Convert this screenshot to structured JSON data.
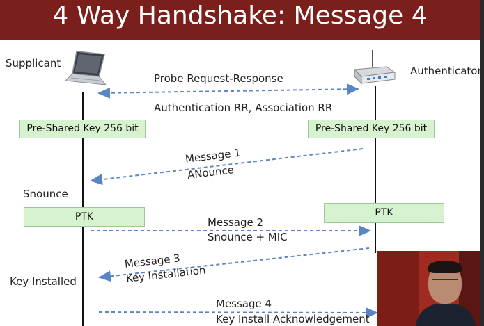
{
  "slide": {
    "title": "4 Way Handshake: Message 4",
    "colors": {
      "title_bg": "#7a1f1c",
      "box_fill": "#d7f2cf",
      "arrow": "#5b84c4"
    }
  },
  "participants": {
    "supplicant": {
      "label": "Supplicant",
      "icon": "laptop-icon"
    },
    "authenticator": {
      "label": "Authenticator",
      "icon": "router-icon"
    }
  },
  "exchanges": {
    "probe": "Probe Request-Response",
    "auth_assoc": "Authentication RR, Association RR"
  },
  "keys": {
    "psk_left": "Pre-Shared Key 256 bit",
    "psk_right": "Pre-Shared Key 256 bit",
    "ptk_left": "PTK",
    "ptk_right": "PTK"
  },
  "side_labels": {
    "snounce": "Snounce",
    "key_installed": "Key Installed"
  },
  "messages": {
    "m1_title": "Message 1",
    "m1_sub": "ANounce",
    "m2_title": "Message 2",
    "m2_sub": "Snounce + MIC",
    "m3_title": "Message 3",
    "m3_sub": "Key Installation",
    "m4_title": "Message 4",
    "m4_sub": "Key Install Acknowledgement"
  },
  "video": {
    "icon": "presenter-video"
  }
}
